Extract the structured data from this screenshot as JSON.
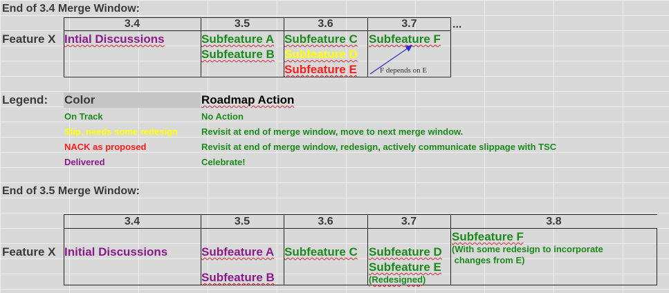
{
  "top": {
    "heading": "End of 3.4 Merge Window:",
    "headers": [
      "3.4",
      "3.5",
      "3.6",
      "3.7"
    ],
    "ellipsis": "...",
    "row_label": "Feature X",
    "cells": {
      "c34": "Intial Discussions",
      "c35a": "Subfeature A",
      "c35b": "Subfeature B",
      "c36a": "Subfeature C",
      "c36b": "Subfeature D",
      "c36c": "Subfeature E",
      "c37a": "Subfeature F",
      "note": "F depends on E"
    }
  },
  "legend": {
    "label": "Legend:",
    "col1_header": "Color",
    "col2_header": "Roadmap Action",
    "rows": [
      {
        "status": "On Track",
        "action": "No Action"
      },
      {
        "status": "Slip, needs some redesign",
        "action": "Revisit at end of merge window, move to next merge window."
      },
      {
        "status": "NACK as proposed",
        "action": "Revisit at end of merge window, redesign, actively communicate slippage with TSC"
      },
      {
        "status": "Delivered",
        "action": "Celebrate!"
      }
    ]
  },
  "bottom": {
    "heading": "End of 3.5 Merge Window:",
    "headers": [
      "3.4",
      "3.5",
      "3.6",
      "3.7",
      "3.8"
    ],
    "row_label": "Feature X",
    "cells": {
      "c34": "Initial Discussions",
      "c35a": "Subfeature A",
      "c35b": "Subfeature B",
      "c36a": "Subfeature C",
      "c37a": "Subfeature D",
      "c37b": "Subfeature E",
      "c37c": "(Redesigned)",
      "c38a": "Subfeature F",
      "c38b": "(With some redesign to incorporate",
      "c38c": " changes from E)"
    }
  },
  "colors": {
    "green": "#1a8a1a",
    "yellow": "#ffff00",
    "red": "#ff1a1a",
    "purple": "#8a1a8a",
    "arrow": "#2a2ad0"
  }
}
